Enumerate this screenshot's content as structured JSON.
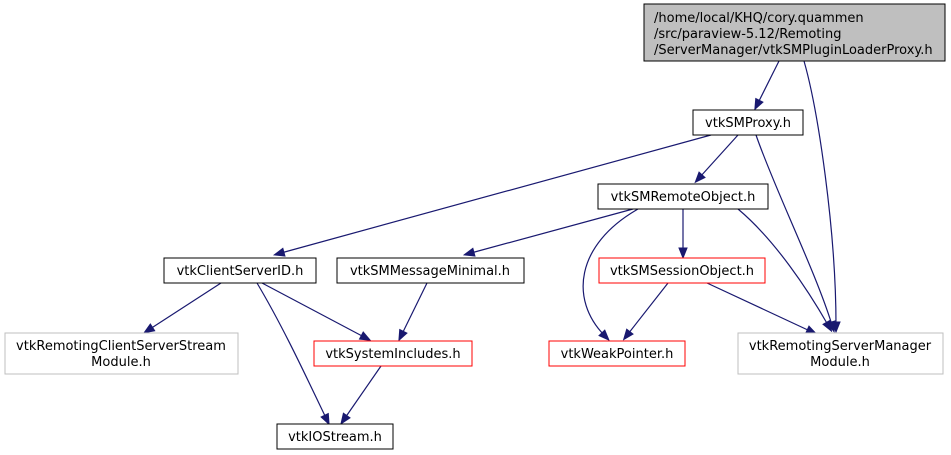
{
  "colors": {
    "edge": "#191970",
    "text": "#000000",
    "root_fill": "#bfbfbf",
    "root_border": "#000000",
    "normal_border": "#000000",
    "truncated_border": "#ff0000",
    "external_border": "#bfbfbf",
    "node_fill": "#ffffff"
  },
  "nodes": [
    {
      "id": "root",
      "style": "root",
      "lines": [
        "/home/local/KHQ/cory.quammen",
        "/src/paraview-5.12/Remoting",
        "/ServerManager/vtkSMPluginLoaderProxy.h"
      ]
    },
    {
      "id": "vtkSMProxy",
      "style": "normal",
      "lines": [
        "vtkSMProxy.h"
      ]
    },
    {
      "id": "vtkSMRemoteObject",
      "style": "normal",
      "lines": [
        "vtkSMRemoteObject.h"
      ]
    },
    {
      "id": "vtkClientServerID",
      "style": "normal",
      "lines": [
        "vtkClientServerID.h"
      ]
    },
    {
      "id": "vtkSMMessageMinimal",
      "style": "normal",
      "lines": [
        "vtkSMMessageMinimal.h"
      ]
    },
    {
      "id": "vtkSMSessionObject",
      "style": "truncated",
      "lines": [
        "vtkSMSessionObject.h"
      ]
    },
    {
      "id": "vtkRemotingClientServerStreamModule",
      "style": "external",
      "lines": [
        "vtkRemotingClientServerStream",
        "Module.h"
      ]
    },
    {
      "id": "vtkSystemIncludes",
      "style": "truncated",
      "lines": [
        "vtkSystemIncludes.h"
      ]
    },
    {
      "id": "vtkWeakPointer",
      "style": "truncated",
      "lines": [
        "vtkWeakPointer.h"
      ]
    },
    {
      "id": "vtkRemotingServerManagerModule",
      "style": "external",
      "lines": [
        "vtkRemotingServerManager",
        "Module.h"
      ]
    },
    {
      "id": "vtkIOStream",
      "style": "normal",
      "lines": [
        "vtkIOStream.h"
      ]
    }
  ],
  "edges": [
    [
      "root",
      "vtkSMProxy"
    ],
    [
      "root",
      "vtkRemotingServerManagerModule"
    ],
    [
      "vtkSMProxy",
      "vtkSMRemoteObject"
    ],
    [
      "vtkSMProxy",
      "vtkClientServerID"
    ],
    [
      "vtkSMProxy",
      "vtkRemotingServerManagerModule"
    ],
    [
      "vtkSMRemoteObject",
      "vtkSMMessageMinimal"
    ],
    [
      "vtkSMRemoteObject",
      "vtkSMSessionObject"
    ],
    [
      "vtkSMRemoteObject",
      "vtkWeakPointer"
    ],
    [
      "vtkSMRemoteObject",
      "vtkRemotingServerManagerModule"
    ],
    [
      "vtkClientServerID",
      "vtkRemotingClientServerStreamModule"
    ],
    [
      "vtkClientServerID",
      "vtkSystemIncludes"
    ],
    [
      "vtkClientServerID",
      "vtkIOStream"
    ],
    [
      "vtkSMMessageMinimal",
      "vtkSystemIncludes"
    ],
    [
      "vtkSMSessionObject",
      "vtkWeakPointer"
    ],
    [
      "vtkSMSessionObject",
      "vtkRemotingServerManagerModule"
    ],
    [
      "vtkSystemIncludes",
      "vtkIOStream"
    ]
  ]
}
